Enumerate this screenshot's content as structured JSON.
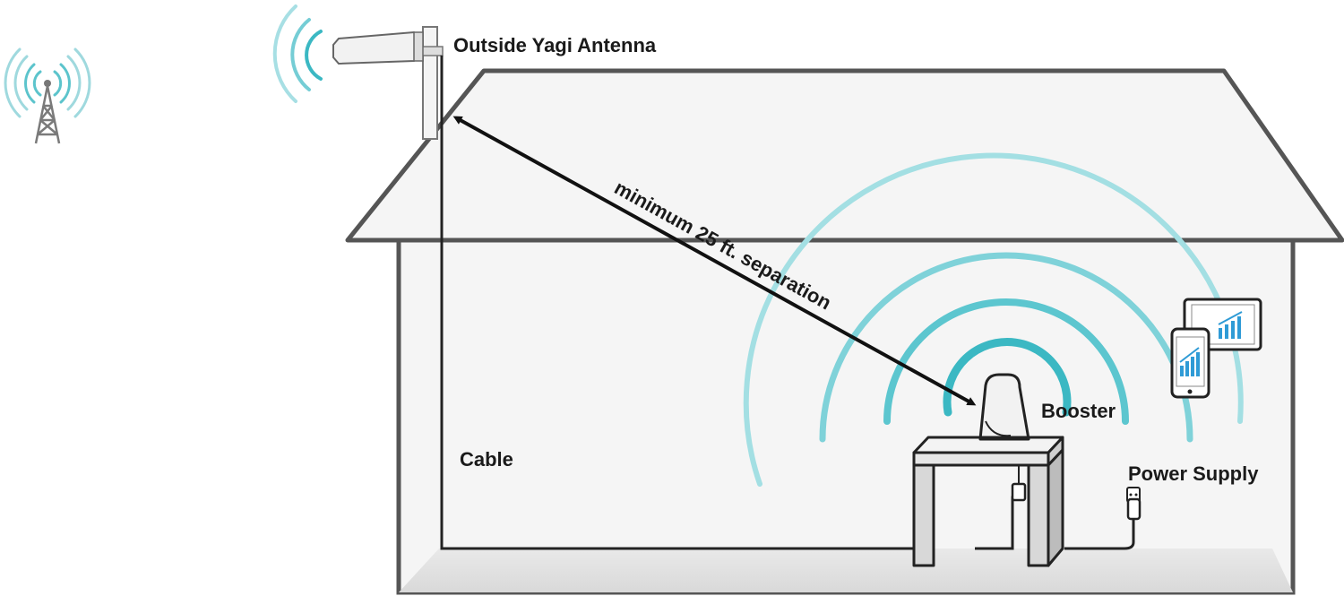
{
  "labels": {
    "outside_antenna": "Outside Yagi Antenna",
    "separation": "minimum 25 ft. separation",
    "booster": "Booster",
    "cable": "Cable",
    "power_supply": "Power Supply"
  },
  "colors": {
    "outline": "#555555",
    "dark_outline": "#222222",
    "house_fill": "#f1f1f1",
    "wave_teal": "#3bb8c3",
    "wave_light": "#a8dfe4",
    "tower_gray": "#777777",
    "arrow_black": "#111111",
    "device_blue": "#2f9bd6"
  },
  "icons": [
    "cell-tower-icon",
    "yagi-antenna-icon",
    "booster-icon",
    "smartphone-icon",
    "tablet-icon",
    "power-outlet-icon",
    "power-adapter-icon"
  ]
}
